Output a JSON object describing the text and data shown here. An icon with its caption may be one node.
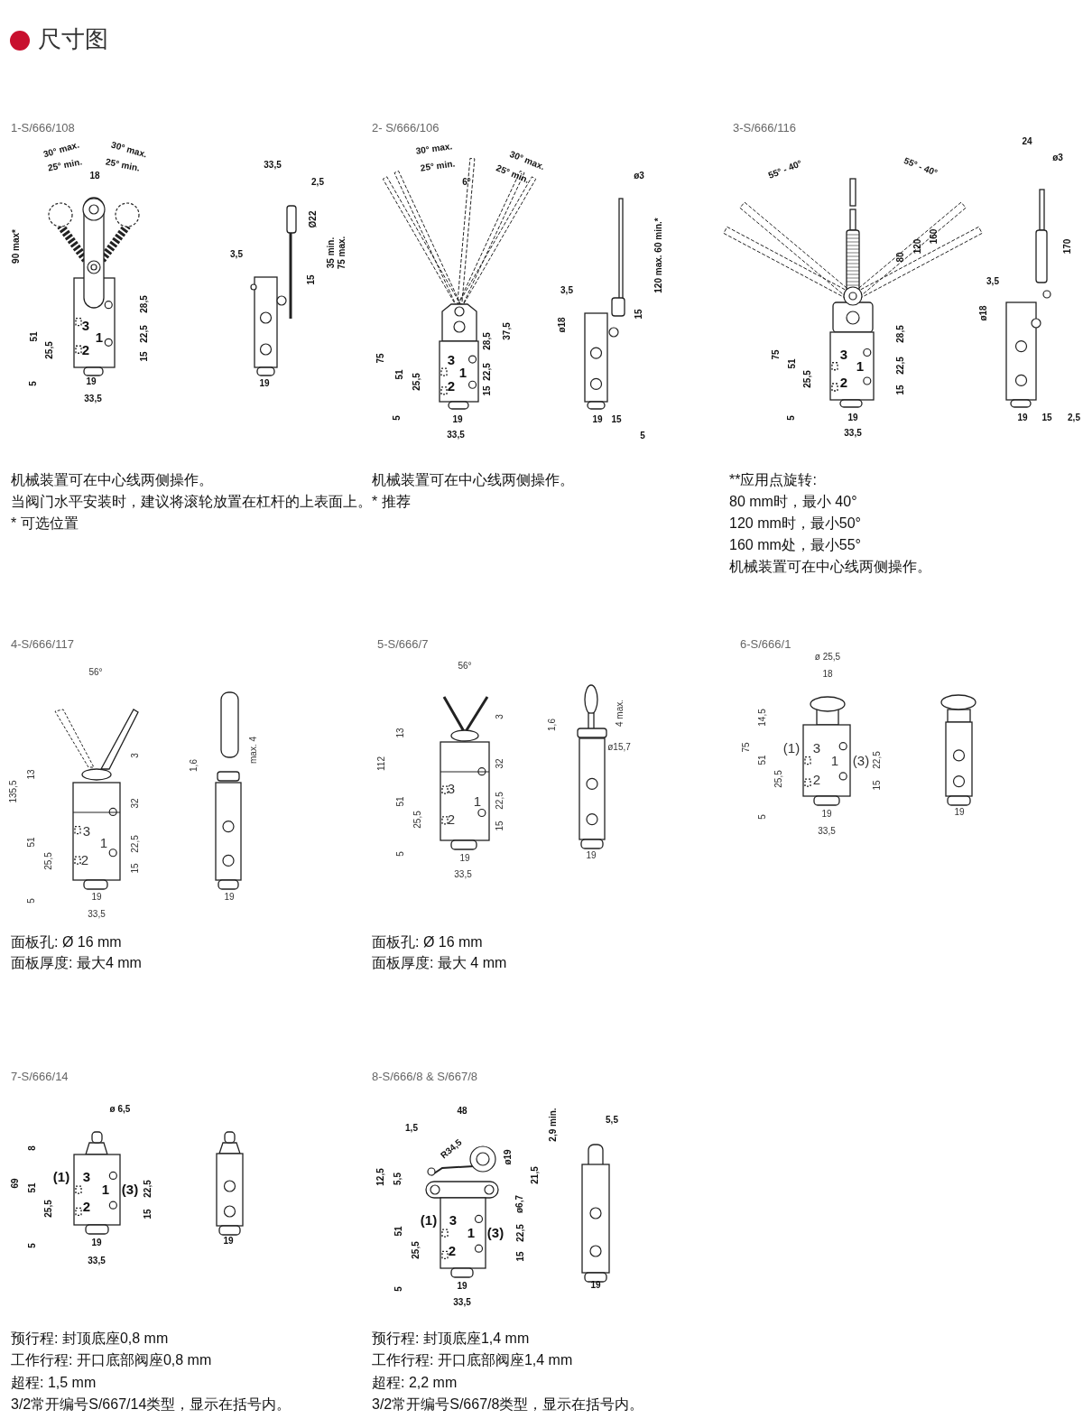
{
  "diagram": {
    "title": "尺寸图",
    "labels": [
      "1-S/666/108",
      "30° max.",
      "30° max.",
      "25° min.",
      "25° min.",
      "18",
      "90 max*",
      "28,5",
      "51",
      "22,5",
      "25,5",
      "15",
      "5",
      "19",
      "33,5",
      "3",
      "1",
      "2",
      "33,5",
      "2,5",
      "Ø22",
      "35 min.",
      "75 max.",
      "3,5",
      "15",
      "19",
      "机械装置可在中心线两侧操作。",
      "当阀门水平安装时，建议将滚轮放置在杠杆的上表面上。",
      "* 可选位置",
      "2- S/666/106",
      "30° max.",
      "25° min.",
      "30° max.",
      "25° min.",
      "6°",
      "ø3",
      "120 max. 60 min.*",
      "3,5",
      "ø18",
      "15",
      "28,5",
      "37,5",
      "75",
      "51",
      "22,5",
      "25,5",
      "15",
      "5",
      "19",
      "33,5",
      "3",
      "1",
      "2",
      "19",
      "15",
      "5",
      "机械装置可在中心线两侧操作。",
      "* 推荐",
      "3-S/666/116",
      "55° - 40°",
      "55° - 40°",
      "80",
      "120",
      "160",
      "24",
      "ø3",
      "170",
      "3,5",
      "ø18",
      "28,5",
      "75",
      "51",
      "22,5",
      "25,5",
      "15",
      "5",
      "19",
      "33,5",
      "3",
      "1",
      "2",
      "19",
      "15",
      "2,5",
      "**应用点旋转:",
      "80 mm时，最小 40°",
      "120 mm时，最小50°",
      "160 mm处，最小55°",
      "机械装置可在中心线两侧操作。",
      "4-S/666/117",
      "56°",
      "135,5",
      "13",
      "3",
      "32",
      "51",
      "22,5",
      "25,5",
      "15",
      "5",
      "19",
      "33,5",
      "3",
      "1",
      "2",
      "1,6",
      "max. 4",
      "19",
      "5-S/666/7",
      "56°",
      "112",
      "13",
      "3",
      "32",
      "51",
      "22,5",
      "25,5",
      "15",
      "5",
      "19",
      "33,5",
      "3",
      "1",
      "2",
      "1,6",
      "4 max.",
      "ø15,7",
      "19",
      "6-S/666/1",
      "ø 25,5",
      "18",
      "75",
      "14,5",
      "51",
      "25,5",
      "5",
      "(1)",
      "3",
      "1",
      "(3)",
      "2",
      "22,5",
      "15",
      "19",
      "33,5",
      "19",
      "面板孔: Ø 16 mm",
      "面板厚度: 最大4 mm",
      "面板孔: Ø 16 mm",
      "面板厚度: 最大 4 mm",
      "7-S/666/14",
      "ø 6,5",
      "69",
      "8",
      "51",
      "25,5",
      "5",
      "(1)",
      "3",
      "1",
      "(3)",
      "2",
      "22,5",
      "15",
      "19",
      "33,5",
      "19",
      "8-S/666/8 & S/667/8",
      "48",
      "2,9 min.",
      "5,5",
      "1,5",
      "R34,5",
      "ø19",
      "12,5",
      "5,5",
      "21,5",
      "ø6,7",
      "(1)",
      "3",
      "1",
      "(3)",
      "2",
      "51",
      "22,5",
      "25,5",
      "15",
      "5",
      "19",
      "33,5",
      "19",
      "预行程: 封顶底座0,8 mm",
      "工作行程: 开口底部阀座0,8 mm",
      "超程: 1,5 mm",
      "3/2常开编号S/667/14类型，显示在括号内。",
      "预行程: 封顶底座1,4 mm",
      "工作行程: 开口底部阀座1,4 mm",
      "超程: 2,2 mm",
      "3/2常开编号S/667/8类型，显示在括号内。"
    ]
  }
}
